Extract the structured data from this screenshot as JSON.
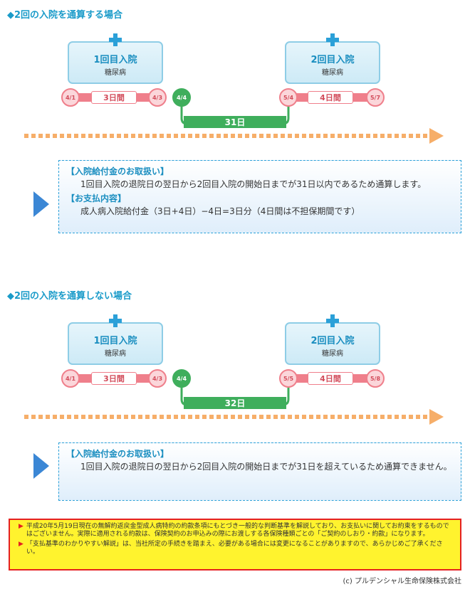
{
  "section1": {
    "title": "◆2回の入院を通算する場合",
    "stay1": {
      "title": "1回目入院",
      "disease": "糖尿病",
      "start": "4/1",
      "end": "4/3",
      "days": "3日間"
    },
    "discharge_next": "4/4",
    "gap": "31日",
    "stay2": {
      "title": "2回目入院",
      "disease": "糖尿病",
      "start": "5/4",
      "end": "5/7",
      "days": "4日間"
    },
    "handling_head": "【入院給付金のお取扱い】",
    "handling_body": "1回目入院の退院日の翌日から2回目入院の開始日までが31日以内であるため通算します。",
    "payment_head": "【お支払内容】",
    "payment_body": "成人病入院給付金（3日+4日）−4日=3日分（4日間は不担保期間です）"
  },
  "section2": {
    "title": "◆2回の入院を通算しない場合",
    "stay1": {
      "title": "1回目入院",
      "disease": "糖尿病",
      "start": "4/1",
      "end": "4/3",
      "days": "3日間"
    },
    "discharge_next": "4/4",
    "gap": "32日",
    "stay2": {
      "title": "2回目入院",
      "disease": "糖尿病",
      "start": "5/5",
      "end": "5/8",
      "days": "4日間"
    },
    "handling_head": "【入院給付金のお取扱い】",
    "handling_body": "1回目入院の退院日の翌日から2回目入院の開始日までが31日を超えているため通算できません。"
  },
  "disclaimer": {
    "mark": "▶",
    "line1": "平成20年5月19日現在の無解約返戻金型成人病特約の約款条項にもとづき一般的な判断基準を解説しており、お支払いに関してお約束をするものではございません。実際に適用される約款は、保険契約のお申込みの際にお渡しする各保険種類ごとの「ご契約のしおり・約款」になります。",
    "line2": "「支払基準のわかりやすい解説」は、当社所定の手続きを踏まえ、必要がある場合には変更になることがありますので、あらかじめご了承ください。"
  },
  "copyright": "(c) プルデンシャル生命保険株式会社",
  "colors": {
    "accent": "#1a9bc9",
    "pink": "#ef7f8b",
    "green": "#3fae5c",
    "orange": "#f6ae69",
    "disclaimer_bg": "#fff32e",
    "disclaimer_border": "#e52121"
  }
}
